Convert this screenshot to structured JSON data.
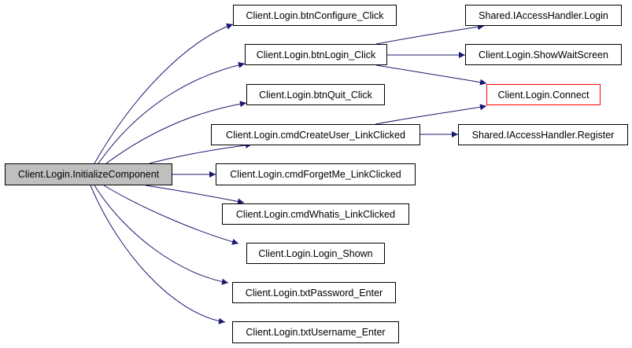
{
  "graph": {
    "root": "Client.Login.InitializeComponent",
    "nodes": {
      "root": {
        "label": "Client.Login.InitializeComponent"
      },
      "btnConfigure": {
        "label": "Client.Login.btnConfigure_Click"
      },
      "btnLogin": {
        "label": "Client.Login.btnLogin_Click"
      },
      "btnQuit": {
        "label": "Client.Login.btnQuit_Click"
      },
      "cmdCreateUser": {
        "label": "Client.Login.cmdCreateUser_LinkClicked"
      },
      "cmdForgetMe": {
        "label": "Client.Login.cmdForgetMe_LinkClicked"
      },
      "cmdWhatis": {
        "label": "Client.Login.cmdWhatis_LinkClicked"
      },
      "loginShown": {
        "label": "Client.Login.Login_Shown"
      },
      "txtPassword": {
        "label": "Client.Login.txtPassword_Enter"
      },
      "txtUsername": {
        "label": "Client.Login.txtUsername_Enter"
      },
      "sharedLogin": {
        "label": "Shared.IAccessHandler.Login"
      },
      "showWait": {
        "label": "Client.Login.ShowWaitScreen"
      },
      "connect": {
        "label": "Client.Login.Connect"
      },
      "register": {
        "label": "Shared.IAccessHandler.Register"
      }
    },
    "edges": [
      [
        "root",
        "btnConfigure"
      ],
      [
        "root",
        "btnLogin"
      ],
      [
        "root",
        "btnQuit"
      ],
      [
        "root",
        "cmdCreateUser"
      ],
      [
        "root",
        "cmdForgetMe"
      ],
      [
        "root",
        "cmdWhatis"
      ],
      [
        "root",
        "loginShown"
      ],
      [
        "root",
        "txtPassword"
      ],
      [
        "root",
        "txtUsername"
      ],
      [
        "btnLogin",
        "sharedLogin"
      ],
      [
        "btnLogin",
        "showWait"
      ],
      [
        "btnLogin",
        "connect"
      ],
      [
        "cmdCreateUser",
        "connect"
      ],
      [
        "cmdCreateUser",
        "register"
      ]
    ],
    "colors": {
      "edge": "#191970",
      "root_fill": "#bfbfbf",
      "highlight_border": "#ff0000"
    }
  }
}
